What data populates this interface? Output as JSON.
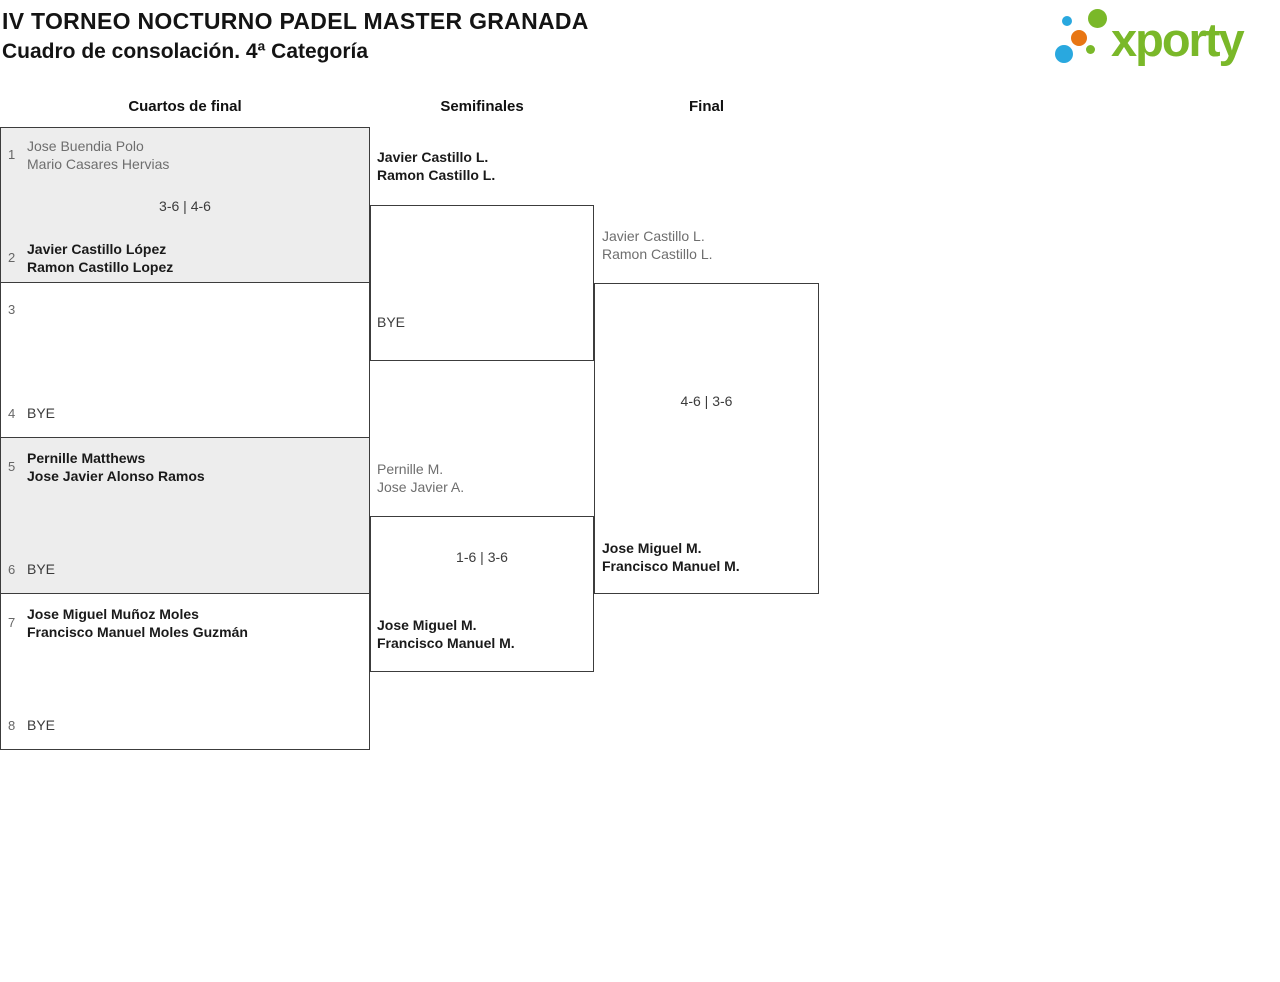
{
  "header": {
    "title": "IV TORNEO NOCTURNO PADEL MASTER GRANADA",
    "subtitle": "Cuadro de consolación. 4ª Categoría",
    "logo_text": "xporty"
  },
  "rounds": [
    {
      "label": "Cuartos de final"
    },
    {
      "label": "Semifinales"
    },
    {
      "label": "Final"
    }
  ],
  "matches": {
    "qf1": {
      "seed_top": "1",
      "team_top": [
        "Jose Buendia Polo",
        "Mario Casares Hervias"
      ],
      "score": "3-6 | 4-6",
      "seed_bottom": "2",
      "team_bottom": [
        "Javier Castillo López",
        "Ramon Castillo Lopez"
      ]
    },
    "qf2": {
      "seed_top": "3",
      "seed_bottom": "4",
      "team_bottom_bye": "BYE"
    },
    "qf3": {
      "seed_top": "5",
      "team_top": [
        "Pernille Matthews",
        "Jose Javier Alonso Ramos"
      ],
      "seed_bottom": "6",
      "team_bottom_bye": "BYE"
    },
    "qf4": {
      "seed_top": "7",
      "team_top": [
        "Jose Miguel Muñoz Moles",
        "Francisco Manuel Moles Guzmán"
      ],
      "seed_bottom": "8",
      "team_bottom_bye": "BYE"
    },
    "sf1": {
      "team_top": [
        "Javier Castillo L.",
        "Ramon Castillo L."
      ],
      "team_bottom_bye": "BYE"
    },
    "sf2": {
      "team_top": [
        "Pernille M.",
        "Jose Javier A."
      ],
      "score": "1-6 | 3-6",
      "team_bottom": [
        "Jose Miguel M.",
        "Francisco Manuel M."
      ]
    },
    "final": {
      "team_top": [
        "Javier Castillo L.",
        "Ramon Castillo L."
      ],
      "score": "4-6 | 3-6",
      "team_bottom": [
        "Jose Miguel M.",
        "Francisco Manuel M."
      ]
    }
  },
  "colors": {
    "winner_text": "#1a1a1a",
    "loser_text": "#6e6e6e",
    "score_text": "#3c3c3c",
    "border": "#3c3c3c",
    "shaded_box_bg": "#ededed",
    "logo_green": "#7ab829",
    "logo_blue": "#29a8df",
    "logo_orange": "#e87613"
  }
}
